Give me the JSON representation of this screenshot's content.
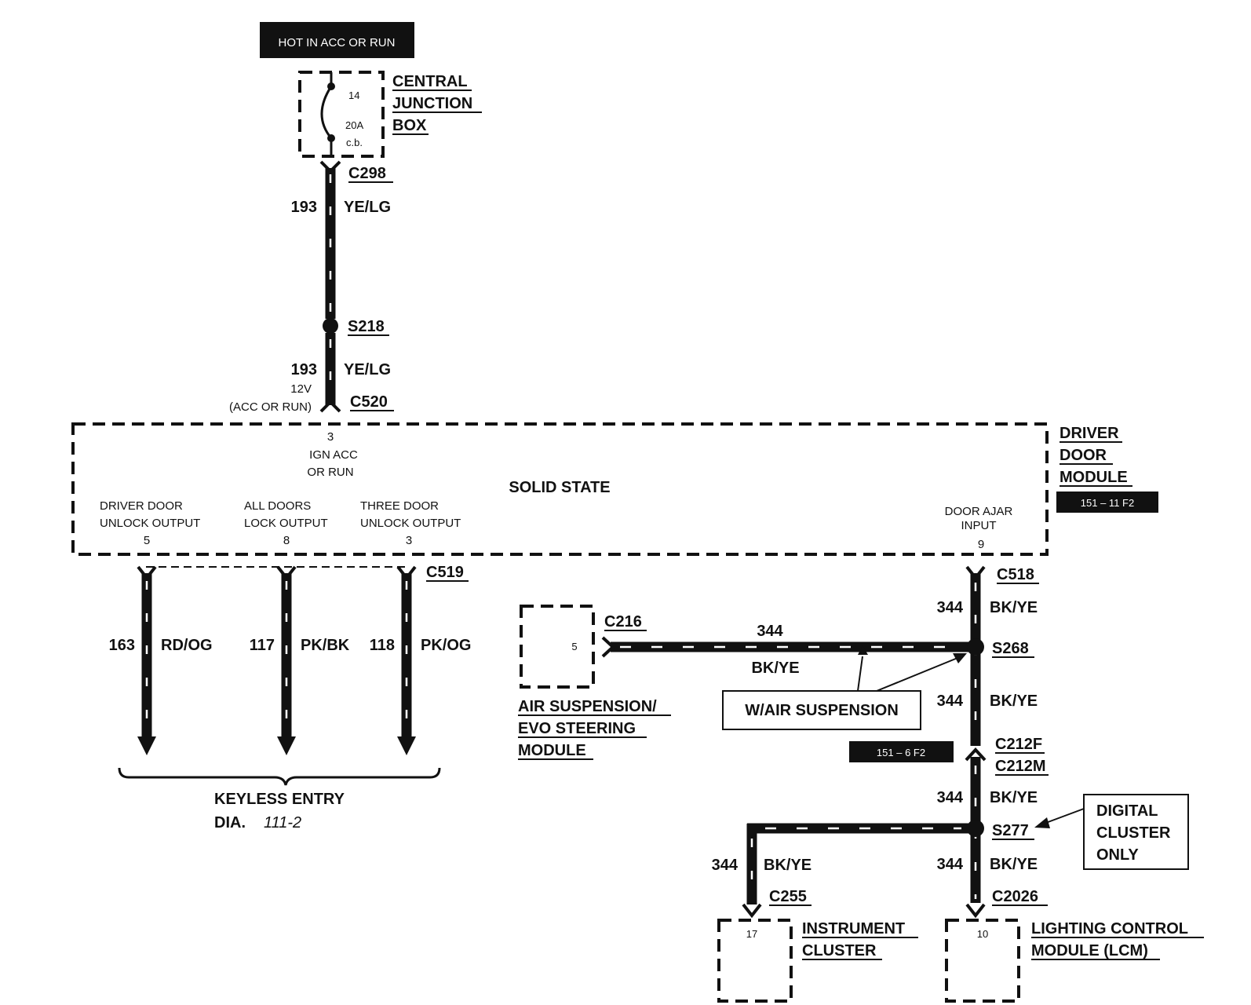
{
  "power": {
    "label": "HOT IN ACC OR RUN"
  },
  "cjb": {
    "name": [
      "CENTRAL",
      "JUNCTION",
      "BOX"
    ],
    "fuse_no": "14",
    "rating": "20A",
    "type": "c.b."
  },
  "feed": {
    "c298": "C298",
    "circuit": "193",
    "color": "YE/LG",
    "splice": "S218",
    "circuit2": "193",
    "color2": "YE/LG",
    "voltage": "12V",
    "condition": "(ACC OR RUN)",
    "c520": "C520"
  },
  "ddm": {
    "name": [
      "DRIVER",
      "DOOR",
      "MODULE"
    ],
    "ref": "151 – 11 F2",
    "center": "SOLID STATE",
    "ign_pin": "3",
    "ign_label": [
      "IGN  ACC",
      "OR RUN"
    ],
    "outputs": [
      {
        "label": [
          "DRIVER DOOR",
          "UNLOCK OUTPUT"
        ],
        "pin": "5",
        "circuit": "163",
        "color": "RD/OG"
      },
      {
        "label": [
          "ALL DOORS",
          "LOCK OUTPUT"
        ],
        "pin": "8",
        "circuit": "117",
        "color": "PK/BK"
      },
      {
        "label": [
          "THREE DOOR",
          "UNLOCK OUTPUT"
        ],
        "pin": "3",
        "circuit": "118",
        "color": "PK/OG"
      }
    ],
    "ajar_label": [
      "DOOR AJAR",
      "INPUT"
    ],
    "ajar_pin": "9"
  },
  "c519": "C519",
  "keyless": {
    "line1": "KEYLESS ENTRY",
    "dia": "DIA.",
    "dia_ref": "111-2"
  },
  "c518": "C518",
  "air": {
    "name": [
      "AIR SUSPENSION/",
      "EVO STEERING",
      "MODULE"
    ],
    "pin": "5",
    "connector": "C216",
    "circuit": "344",
    "color": "BK/YE",
    "note": "W/AIR SUSPENSION"
  },
  "s268": "S268",
  "ref_151_6": "151 – 6 F2",
  "c212f": "C212F",
  "c212m": "C212M",
  "s277": "S277",
  "digital_note": [
    "DIGITAL",
    "CLUSTER",
    "ONLY"
  ],
  "cluster": {
    "name": [
      "INSTRUMENT",
      "CLUSTER"
    ],
    "pin": "17",
    "connector": "C255",
    "circuit": "344",
    "color": "BK/YE"
  },
  "lcm": {
    "name": [
      "LIGHTING CONTROL",
      "MODULE (LCM)"
    ],
    "pin": "10",
    "connector": "C2026"
  },
  "right_wire": {
    "seg1": {
      "circuit": "344",
      "color": "BK/YE"
    },
    "seg2": {
      "circuit": "344",
      "color": "BK/YE"
    },
    "seg3": {
      "circuit": "344",
      "color": "BK/YE"
    },
    "seg4": {
      "circuit": "344",
      "color": "BK/YE"
    }
  }
}
